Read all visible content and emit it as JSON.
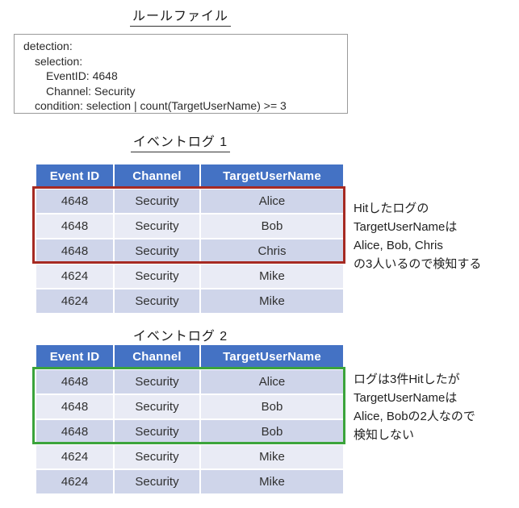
{
  "rule_file": {
    "title": "ルールファイル",
    "lines": [
      {
        "indent": 0,
        "text": "detection:"
      },
      {
        "indent": 1,
        "text": "selection:"
      },
      {
        "indent": 2,
        "text": "EventID: 4648"
      },
      {
        "indent": 2,
        "text": "Channel: Security"
      },
      {
        "indent": 1,
        "text": "condition: selection | count(TargetUserName) >= 3"
      }
    ]
  },
  "event_log_1": {
    "title": "イベントログ 1",
    "headers": [
      "Event ID",
      "Channel",
      "TargetUserName"
    ],
    "rows": [
      [
        "4648",
        "Security",
        "Alice"
      ],
      [
        "4648",
        "Security",
        "Bob"
      ],
      [
        "4648",
        "Security",
        "Chris"
      ],
      [
        "4624",
        "Security",
        "Mike"
      ],
      [
        "4624",
        "Security",
        "Mike"
      ]
    ],
    "highlighted_row_indexes": [
      0,
      1,
      2
    ],
    "highlight_color": "#a62a22",
    "annotation": {
      "lines": [
        "Hitしたログの",
        "TargetUserNameは",
        "Alice, Bob, Chris",
        "の3人いるので検知する"
      ]
    }
  },
  "event_log_2": {
    "title": "イベントログ 2",
    "headers": [
      "Event ID",
      "Channel",
      "TargetUserName"
    ],
    "rows": [
      [
        "4648",
        "Security",
        "Alice"
      ],
      [
        "4648",
        "Security",
        "Bob"
      ],
      [
        "4648",
        "Security",
        "Bob"
      ],
      [
        "4624",
        "Security",
        "Mike"
      ],
      [
        "4624",
        "Security",
        "Mike"
      ]
    ],
    "highlighted_row_indexes": [
      0,
      1,
      2
    ],
    "highlight_color": "#3ba43b",
    "annotation": {
      "lines": [
        "ログは3件Hitしたが",
        "TargetUserNameは",
        "Alice, Bobの2人なので",
        "検知しない"
      ]
    }
  },
  "colors": {
    "table_header_bg": "#4472c4",
    "table_header_text": "#ffffff",
    "row_band_dark": "#cfd5ea",
    "row_band_light": "#e9ebf5",
    "hit_border_detected": "#a62a22",
    "hit_border_not_detected": "#3ba43b"
  }
}
